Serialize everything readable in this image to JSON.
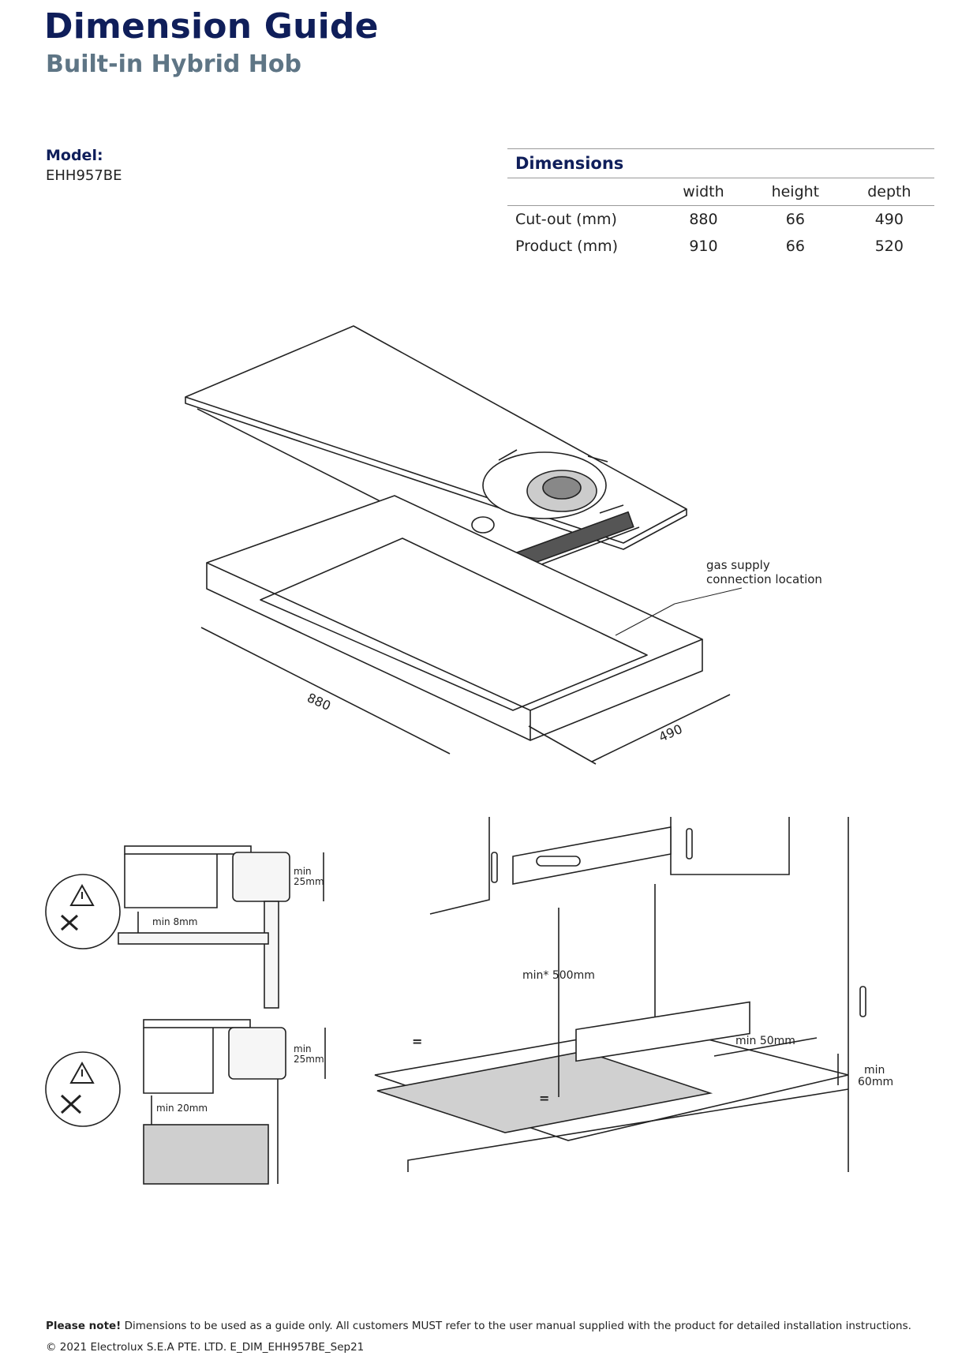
{
  "header": {
    "title": "Dimension Guide",
    "subtitle": "Built-in Hybrid Hob"
  },
  "model": {
    "label": "Model:",
    "value": "EHH957BE"
  },
  "dimensions": {
    "heading": "Dimensions",
    "columns": [
      "width",
      "height",
      "depth"
    ],
    "rows": [
      {
        "label": "Cut-out (mm)",
        "values": [
          "880",
          "66",
          "490"
        ]
      },
      {
        "label": "Product (mm)",
        "values": [
          "910",
          "66",
          "520"
        ]
      }
    ]
  },
  "diagram_top": {
    "gas_label_line1": "gas supply",
    "gas_label_line2": "connection location",
    "width_label": "880",
    "depth_label": "490"
  },
  "diagram_left": {
    "upper": {
      "side_label_line1": "min",
      "side_label_line2": "25mm",
      "gap_label": "min 8mm"
    },
    "lower": {
      "side_label_line1": "min",
      "side_label_line2": "25mm",
      "gap_label": "min 20mm"
    }
  },
  "diagram_right": {
    "hood_label": "min* 500mm",
    "wall_label": "min 50mm",
    "edge_label_line1": "min",
    "edge_label_line2": "60mm",
    "equal_mark": "="
  },
  "footer": {
    "note_bold": "Please note!",
    "note_text": " Dimensions to be used as a guide only. All customers MUST refer to the user manual supplied with the product for detailed installation instructions.",
    "copyright": "© 2021 Electrolux S.E.A PTE. LTD.  E_DIM_EHH957BE_Sep21"
  }
}
